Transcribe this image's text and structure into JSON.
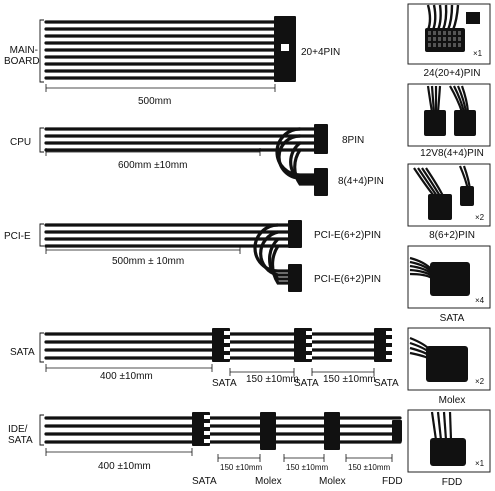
{
  "rows": [
    {
      "id": "mainboard",
      "label": "MAIN-\nBOARD",
      "connector": "20+4PIN",
      "length": "500mm"
    },
    {
      "id": "cpu",
      "label": "CPU",
      "connectors": [
        "8PIN",
        "8(4+4)PIN"
      ],
      "length": "600mm ±10mm"
    },
    {
      "id": "pcie",
      "label": "PCI-E",
      "connectors": [
        "PCI-E(6+2)PIN",
        "PCI-E(6+2)PIN"
      ],
      "length": "500mm ± 10mm"
    },
    {
      "id": "sata",
      "label": "SATA",
      "length": "400 ±10mm",
      "segments": [
        "150 ±10mm",
        "150 ±10mm"
      ],
      "connectors": [
        "SATA",
        "SATA",
        "SATA"
      ]
    },
    {
      "id": "ide",
      "label": "IDE/\nSATA",
      "length": "400 ±10mm",
      "segments": [
        "150 ±10mm",
        "150 ±10mm",
        "150 ±10mm"
      ],
      "connectors": [
        "SATA",
        "Molex",
        "Molex",
        "FDD"
      ]
    }
  ],
  "photos": [
    {
      "id": "p24",
      "qty": "×1",
      "caption": "24(20+4)PIN"
    },
    {
      "id": "p12v8",
      "qty": "",
      "caption": "12V8(4+4)PIN"
    },
    {
      "id": "p8pin",
      "qty": "×2",
      "caption": "8(6+2)PIN"
    },
    {
      "id": "psata",
      "qty": "×4",
      "caption": "SATA"
    },
    {
      "id": "pmolex",
      "qty": "×2",
      "caption": "Molex"
    },
    {
      "id": "pfdd",
      "qty": "×1",
      "caption": "FDD"
    }
  ]
}
